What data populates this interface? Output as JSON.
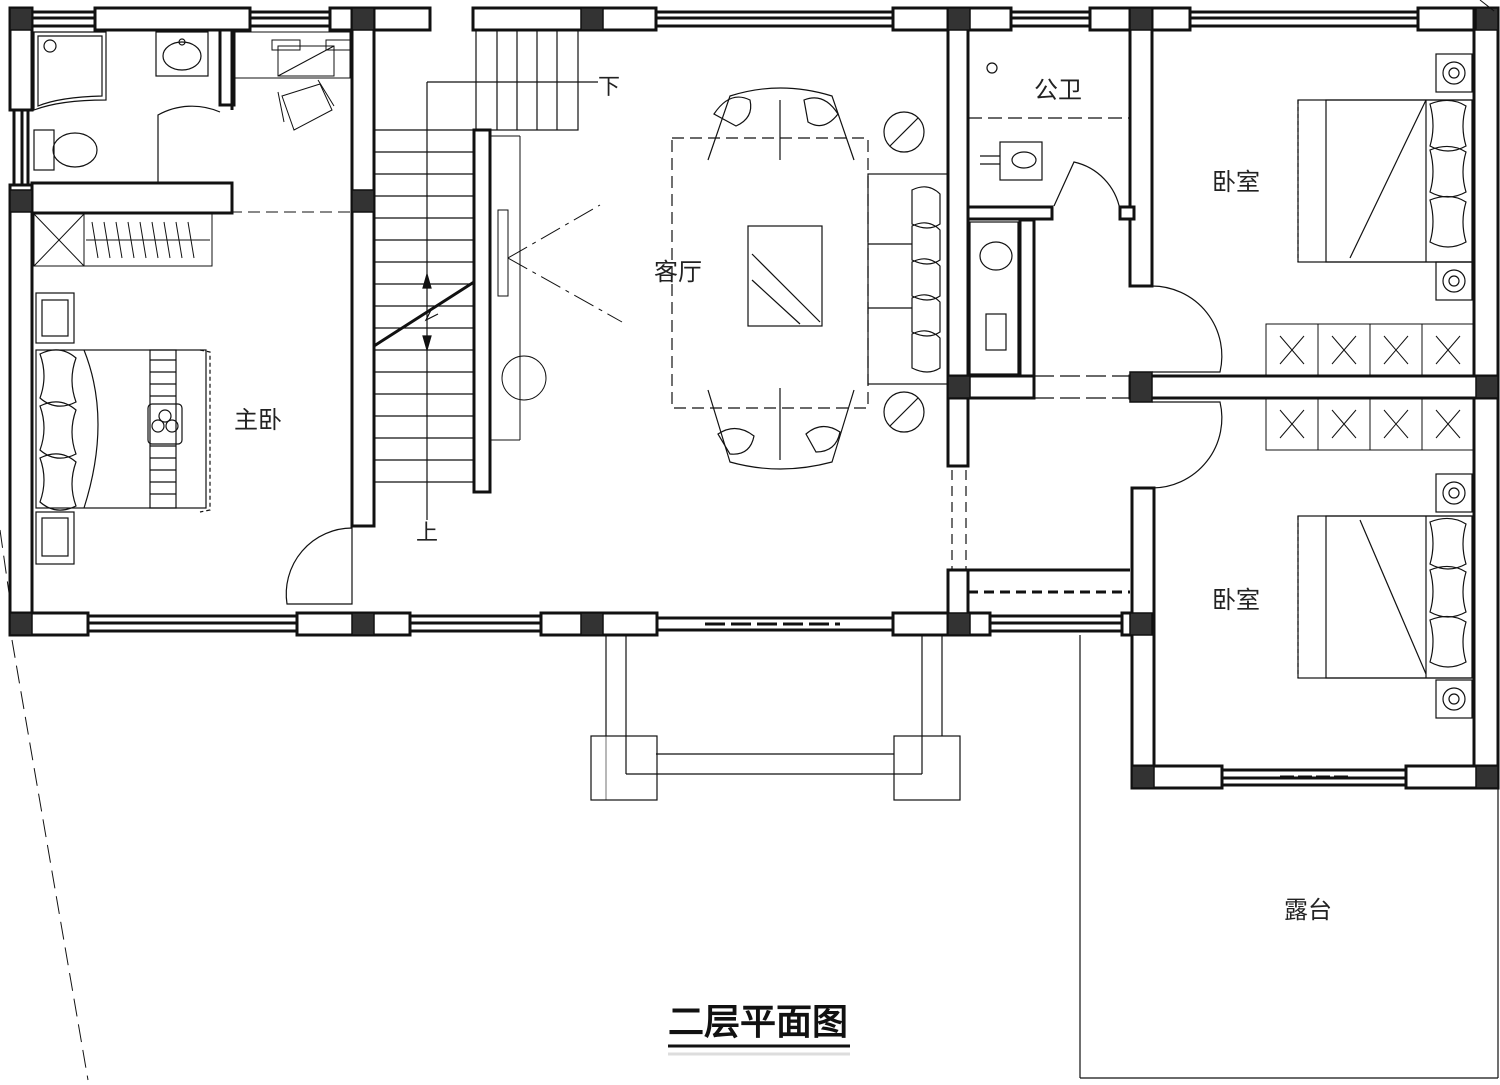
{
  "title": "二层平面图",
  "rooms": {
    "master_bedroom": "主卧",
    "living_room": "客厅",
    "public_bathroom": "公卫",
    "bedroom_upper": "卧室",
    "bedroom_lower": "卧室",
    "terrace": "露台"
  },
  "stairs": {
    "up": "上",
    "down": "下"
  }
}
